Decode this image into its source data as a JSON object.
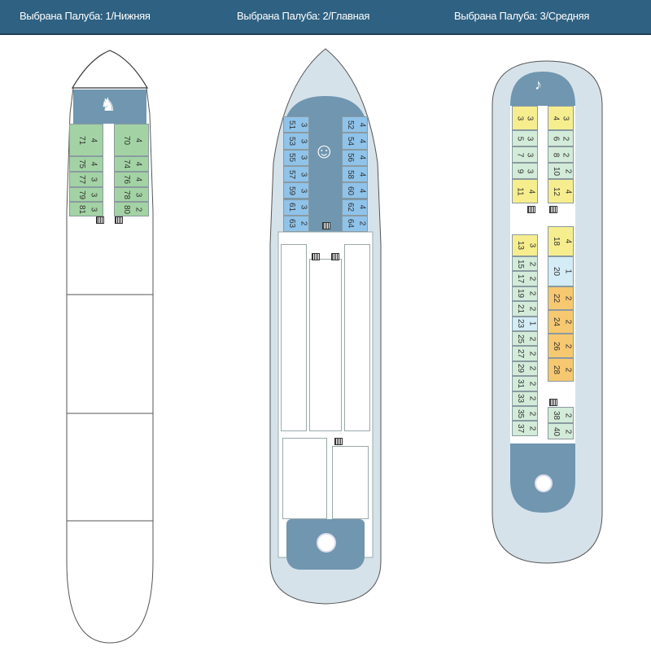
{
  "header": {
    "deck1": "Выбрана Палуба: 1/Нижняя",
    "deck2": "Выбрана Палуба: 2/Главная",
    "deck3": "Выбрана Палуба: 3/Средняя"
  },
  "colors": {
    "header": "#2f6182",
    "green": "#a3d3a4",
    "blue": "#8fc3ea",
    "yellow": "#f6ee8e",
    "pale_green": "#d3ebd9",
    "pale_blue": "#d3ecf6",
    "orange": "#f6c870",
    "room": "#7096b0",
    "hull": "#d6e2ea"
  },
  "icons": {
    "deck1_room": "horse-icon",
    "deck2_room": "theatre-masks-icon",
    "deck3_top": "music-note-icon",
    "deck2_bottom": "restaurant-plate-icon",
    "deck3_bottom": "restaurant-plate-icon"
  },
  "deck1": {
    "cabins": [
      {
        "n": "71",
        "b": "4",
        "c": "green"
      },
      {
        "n": "75",
        "b": "4",
        "c": "green"
      },
      {
        "n": "77",
        "b": "3",
        "c": "green"
      },
      {
        "n": "79",
        "b": "3",
        "c": "green"
      },
      {
        "n": "81",
        "b": "3",
        "c": "green"
      },
      {
        "n": "70",
        "b": "4",
        "c": "green"
      },
      {
        "n": "74",
        "b": "4",
        "c": "green"
      },
      {
        "n": "76",
        "b": "4",
        "c": "green"
      },
      {
        "n": "78",
        "b": "3",
        "c": "green"
      },
      {
        "n": "80",
        "b": "2",
        "c": "green"
      }
    ]
  },
  "deck2": {
    "cabins": [
      {
        "n": "51",
        "b": "3",
        "c": "blue"
      },
      {
        "n": "53",
        "b": "3",
        "c": "blue"
      },
      {
        "n": "55",
        "b": "3",
        "c": "blue"
      },
      {
        "n": "57",
        "b": "3",
        "c": "blue"
      },
      {
        "n": "59",
        "b": "3",
        "c": "blue"
      },
      {
        "n": "61",
        "b": "3",
        "c": "blue"
      },
      {
        "n": "63",
        "b": "2",
        "c": "blue"
      },
      {
        "n": "52",
        "b": "4",
        "c": "blue"
      },
      {
        "n": "54",
        "b": "4",
        "c": "blue"
      },
      {
        "n": "56",
        "b": "4",
        "c": "blue"
      },
      {
        "n": "58",
        "b": "4",
        "c": "blue"
      },
      {
        "n": "60",
        "b": "4",
        "c": "blue"
      },
      {
        "n": "62",
        "b": "4",
        "c": "blue"
      },
      {
        "n": "64",
        "b": "2",
        "c": "blue"
      }
    ]
  },
  "deck3": {
    "cabins": [
      {
        "n": "3",
        "b": "3",
        "c": "yellow"
      },
      {
        "n": "5",
        "b": "3",
        "c": "pale_green"
      },
      {
        "n": "7",
        "b": "3",
        "c": "pale_green"
      },
      {
        "n": "9",
        "b": "3",
        "c": "pale_green"
      },
      {
        "n": "11",
        "b": "4",
        "c": "yellow"
      },
      {
        "n": "13",
        "b": "3",
        "c": "yellow"
      },
      {
        "n": "15",
        "b": "2",
        "c": "pale_green"
      },
      {
        "n": "17",
        "b": "2",
        "c": "pale_green"
      },
      {
        "n": "19",
        "b": "2",
        "c": "pale_green"
      },
      {
        "n": "21",
        "b": "2",
        "c": "pale_green"
      },
      {
        "n": "23",
        "b": "1",
        "c": "pale_blue"
      },
      {
        "n": "25",
        "b": "2",
        "c": "pale_green"
      },
      {
        "n": "27",
        "b": "2",
        "c": "pale_green"
      },
      {
        "n": "29",
        "b": "2",
        "c": "pale_green"
      },
      {
        "n": "31",
        "b": "2",
        "c": "pale_green"
      },
      {
        "n": "33",
        "b": "2",
        "c": "pale_green"
      },
      {
        "n": "35",
        "b": "2",
        "c": "pale_green"
      },
      {
        "n": "37",
        "b": "2",
        "c": "pale_green"
      },
      {
        "n": "4",
        "b": "3",
        "c": "yellow"
      },
      {
        "n": "6",
        "b": "2",
        "c": "pale_green"
      },
      {
        "n": "8",
        "b": "2",
        "c": "pale_green"
      },
      {
        "n": "10",
        "b": "2",
        "c": "pale_green"
      },
      {
        "n": "12",
        "b": "4",
        "c": "yellow"
      },
      {
        "n": "18",
        "b": "4",
        "c": "yellow"
      },
      {
        "n": "20",
        "b": "1",
        "c": "pale_blue"
      },
      {
        "n": "22",
        "b": "2",
        "c": "orange"
      },
      {
        "n": "24",
        "b": "2",
        "c": "orange"
      },
      {
        "n": "26",
        "b": "2",
        "c": "orange"
      },
      {
        "n": "28",
        "b": "2",
        "c": "orange"
      },
      {
        "n": "38",
        "b": "2",
        "c": "pale_green"
      },
      {
        "n": "40",
        "b": "2",
        "c": "pale_green"
      }
    ]
  }
}
